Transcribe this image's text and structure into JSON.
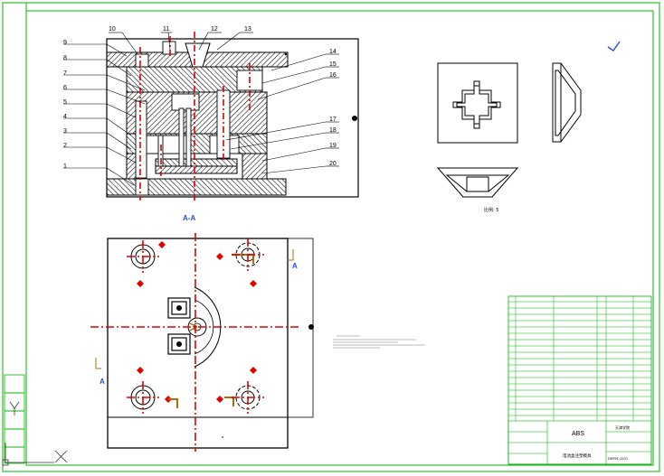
{
  "section_labels": {
    "callouts": [
      "1",
      "2",
      "3",
      "4",
      "5",
      "6",
      "7",
      "8",
      "9",
      "10",
      "11",
      "12",
      "13",
      "14",
      "15",
      "16",
      "17",
      "18",
      "19",
      "20"
    ],
    "section_caption": "A-A",
    "part_caption": "比例: 5",
    "section_marker": "A"
  },
  "title_block": {
    "material": "ABS",
    "drawing_name": "电池盒注塑模具",
    "drawing_number": "DMYM-(2)01",
    "school": "天津学院"
  },
  "colors": {
    "border": "#00b400",
    "center_line": "#e00000",
    "hatch": "#000000",
    "accent_blue": "#1f4fd6",
    "accent_brown": "#b36b00"
  }
}
